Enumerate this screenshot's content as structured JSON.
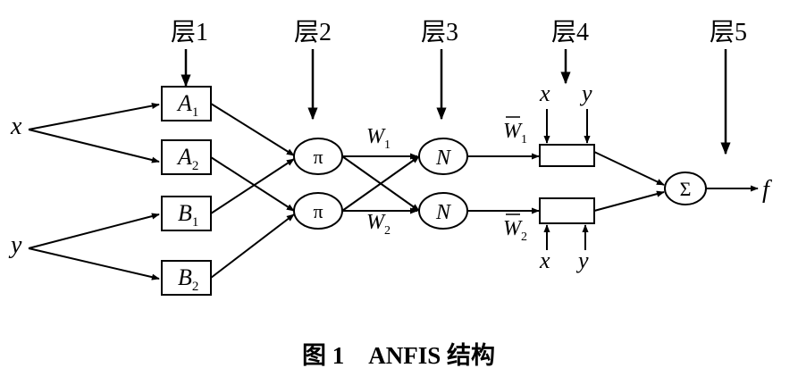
{
  "layers": [
    "层1",
    "层2",
    "层3",
    "层4",
    "层5"
  ],
  "inputs": {
    "x": "x",
    "y": "y"
  },
  "layer1_nodes": [
    {
      "base": "A",
      "sub": "1"
    },
    {
      "base": "A",
      "sub": "2"
    },
    {
      "base": "B",
      "sub": "1"
    },
    {
      "base": "B",
      "sub": "2"
    }
  ],
  "layer2_nodes": [
    "π",
    "π"
  ],
  "layer3_nodes": [
    "N",
    "N"
  ],
  "weights": [
    {
      "base": "W",
      "sub": "1"
    },
    {
      "base": "W",
      "sub": "2"
    }
  ],
  "norm_weights": [
    {
      "base": "W",
      "sub": "1"
    },
    {
      "base": "W",
      "sub": "2"
    }
  ],
  "layer4_inputs": {
    "top": [
      "x",
      "y"
    ],
    "bottom": [
      "x",
      "y"
    ]
  },
  "sum_symbol": "Σ",
  "output": "f",
  "caption": "图 1    ANFIS 结构"
}
